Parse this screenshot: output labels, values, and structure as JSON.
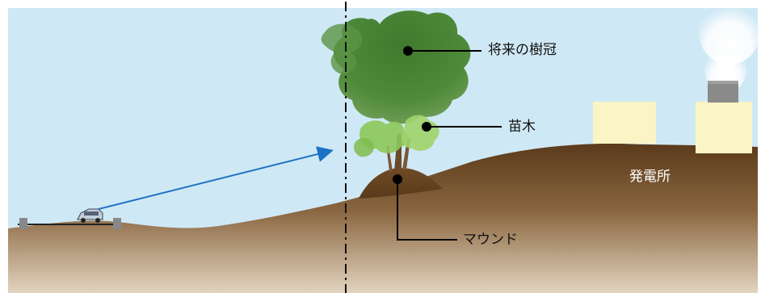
{
  "labels": {
    "future_crown": "将来の樹冠",
    "sapling": "苗木",
    "mound": "マウンド",
    "power_plant": "発電所"
  },
  "colors": {
    "sky": "#cfe8f5",
    "ground_top": "#5a3c1e",
    "ground_bottom": "#d9c9b2",
    "sight_line": "#1c72c4",
    "canopy": "#4f8a3a",
    "sapling": "#8cc85a",
    "building": "#fbf4c4",
    "label_text": "#111111"
  },
  "icons": [
    "car-icon",
    "tree-canopy-icon",
    "sapling-icon",
    "mound-icon",
    "chimney-icon",
    "smoke-icon",
    "building-icon"
  ]
}
